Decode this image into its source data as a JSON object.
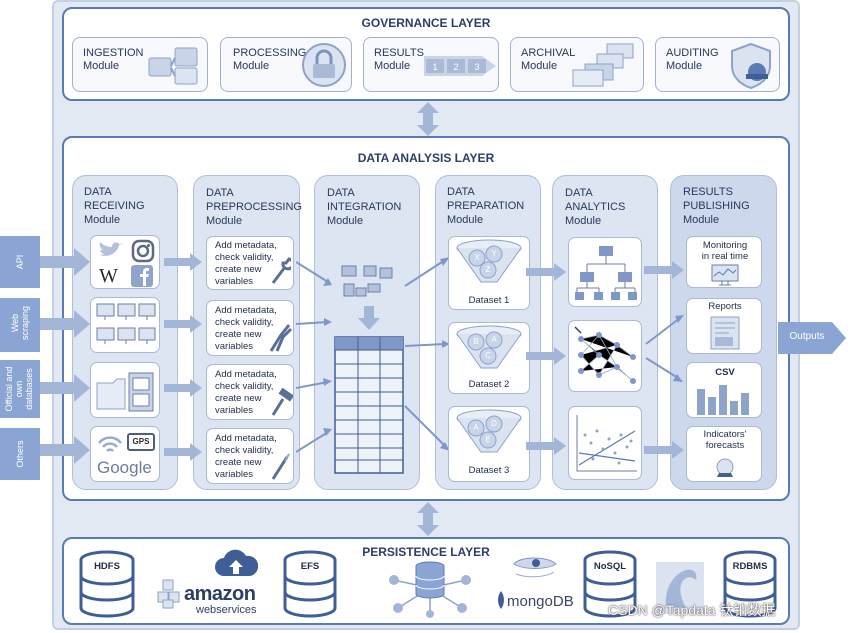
{
  "governance": {
    "title": "GOVERNANCE LAYER",
    "modules": [
      {
        "name": "INGESTION",
        "sub": "Module"
      },
      {
        "name": "PROCESSING",
        "sub": "Module"
      },
      {
        "name": "RESULTS",
        "sub": "Module",
        "steps": [
          "1",
          "2",
          "3"
        ]
      },
      {
        "name": "ARCHIVAL",
        "sub": "Module"
      },
      {
        "name": "AUDITING",
        "sub": "Module"
      }
    ]
  },
  "analysis": {
    "title": "DATA ANALYSIS LAYER",
    "columns": [
      {
        "l1": "DATA",
        "l2": "RECEIVING",
        "l3": "Module"
      },
      {
        "l1": "DATA",
        "l2": "PREPROCESSING",
        "l3": "Module"
      },
      {
        "l1": "DATA",
        "l2": "INTEGRATION",
        "l3": "Module"
      },
      {
        "l1": "DATA",
        "l2": "PREPARATION",
        "l3": "Module"
      },
      {
        "l1": "DATA",
        "l2": "ANALYTICS",
        "l3": "Module"
      },
      {
        "l1": "RESULTS",
        "l2": "PUBLISHING",
        "l3": "Module"
      }
    ],
    "sources": [
      "API",
      "Web scraping",
      "Official and own databases",
      "Others"
    ],
    "receiving_icons": {
      "wikipedia": "W",
      "gps": "GPS",
      "google": "Google"
    },
    "preprocessing": [
      {
        "l1": "Add metadata,",
        "l2": "check validity,",
        "l3": "create new",
        "l4": "variables"
      },
      {
        "l1": "Add metadata,",
        "l2": "check validity,",
        "l3": "create new",
        "l4": "variables"
      },
      {
        "l1": "Add metadata,",
        "l2": "check validity,",
        "l3": "create new",
        "l4": "variables"
      },
      {
        "l1": "Add metadata,",
        "l2": "check validity,",
        "l3": "create new",
        "l4": "variables"
      }
    ],
    "datasets": [
      {
        "label": "Dataset 1",
        "circles": [
          "X",
          "Y",
          "Z"
        ]
      },
      {
        "label": "Dataset 2",
        "circles": [
          "B",
          "A",
          "C"
        ]
      },
      {
        "label": "Dataset 3",
        "circles": [
          "A",
          "D",
          "E"
        ]
      }
    ],
    "results": [
      {
        "l1": "Monitoring",
        "l2": "in real time"
      },
      {
        "l1": "Reports",
        "l2": ""
      },
      {
        "l1": "CSV",
        "l2": ""
      },
      {
        "l1": "Indicators'",
        "l2": "forecasts"
      }
    ],
    "outputs": "Outputs"
  },
  "persistence": {
    "title": "PERSISTENCE LAYER",
    "items": {
      "hdfs": "HDFS",
      "amazon": "amazon",
      "amazon_sub": "webservices",
      "efs": "EFS",
      "mongodb": "mongoDB",
      "nosql": "NoSQL",
      "rdbms": "RDBMS"
    }
  },
  "watermark": "CSDN @Tapdata 钛铂数据",
  "colors": {
    "accent": "#5a7ab4",
    "arrow": "#6f8fc6",
    "dark": "#27385c"
  }
}
